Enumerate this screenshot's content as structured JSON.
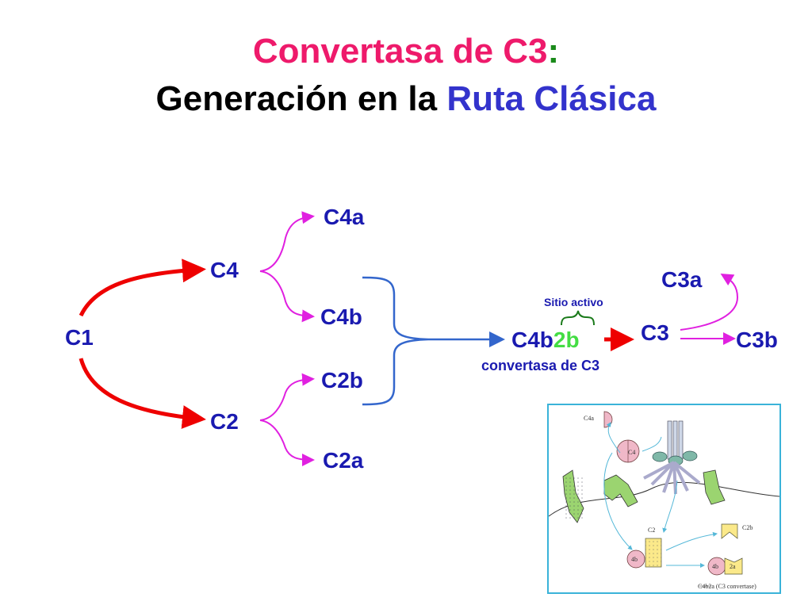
{
  "title": {
    "line1_main": "Convertasa de C3",
    "line1_colon": ":",
    "line2_black": "Generación en la",
    "line2_blue": "Ruta Clásica"
  },
  "nodes": {
    "c1": "C1",
    "c4": "C4",
    "c4a": "C4a",
    "c4b": "C4b",
    "c2": "C2",
    "c2b": "C2b",
    "c2a": "C2a",
    "complex_c4b": "C4b",
    "complex_2b": "2b",
    "active_site": "Sitio activo",
    "convertase_label": "convertasa de C3",
    "c3": "C3",
    "c3a": "C3a",
    "c3b": "C3b"
  },
  "inset": {
    "c4a": "C4a",
    "c4": "C4",
    "c2": "C2",
    "c2b": "C2b",
    "b4": "4b",
    "b4_2": "4b",
    "a2": "2a",
    "caption": "C4b2a (C3 convertase)"
  },
  "colors": {
    "pink": "#ee1a6b",
    "blue_label": "#1a1ab0",
    "red_arrow": "#ee0000",
    "magenta_arrow": "#e020e0",
    "bracket_blue": "#3366cc",
    "green_2b": "#44dd44"
  }
}
